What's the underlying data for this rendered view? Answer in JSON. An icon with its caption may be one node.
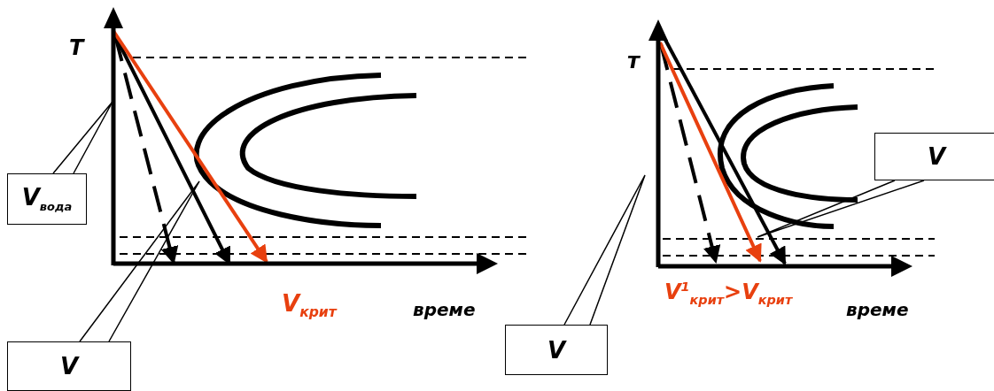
{
  "diagram": {
    "nodes": [
      {
        "text": [
          "V$_{вода}$"
        ]
      },
      {
        "text": [
          "V"
        ]
      },
      {
        "text": [
          "V"
        ]
      },
      {
        "text": [
          "V"
        ]
      }
    ],
    "edges": [
      {
        "from": 0,
        "to": null,
        "arrow": "none"
      },
      {
        "from": 1,
        "to": null,
        "arrow": "none"
      },
      {
        "from": 2,
        "to": null,
        "arrow": "none"
      },
      {
        "from": 3,
        "to": null,
        "arrow": "none"
      }
    ],
    "labels": [
      "T",
      "V$_{крит}$",
      "време",
      "т",
      "V$^{1}$$_{крит}$>V$_{крит}$",
      "време"
    ]
  }
}
